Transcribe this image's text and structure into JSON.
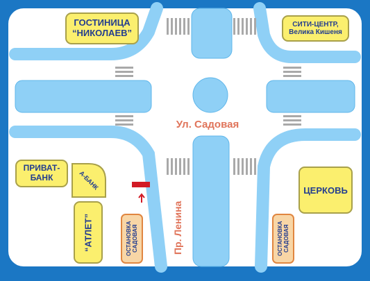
{
  "colors": {
    "frame": "#1b77c4",
    "background": "#ffffff",
    "road": "#8fd0f6",
    "road_edge": "#5fb6ea",
    "zebra": "#a9a9a9",
    "label_yellow": "#fbef6e",
    "label_orange": "#f8d6a6",
    "street_text": "#e0745a",
    "label_text": "#233d8f",
    "marker": "#d21a25"
  },
  "places": {
    "hotel": "ГОСТИНИЦА\n“НИКОЛАЕВ”",
    "city_center": "СИТИ-ЦЕНТР,\nВелика Кишеня",
    "privat_bank": "ПРИВАТ-\nБАНК",
    "a_bank": "А-БАНК",
    "atlet": "“АТЛЕТ”",
    "church": "ЦЕРКОВЬ",
    "stop_left": "ОСТАНОВКА\nСАДОВАЯ",
    "stop_right": "ОСТАНОВКА\nСАДОВАЯ"
  },
  "streets": {
    "sadovaya": "Ул. Садовая",
    "lenina": "Пр. Ленина"
  },
  "icons": {
    "location_marker": "location-marker-icon",
    "arrow": "arrow-up-icon"
  }
}
